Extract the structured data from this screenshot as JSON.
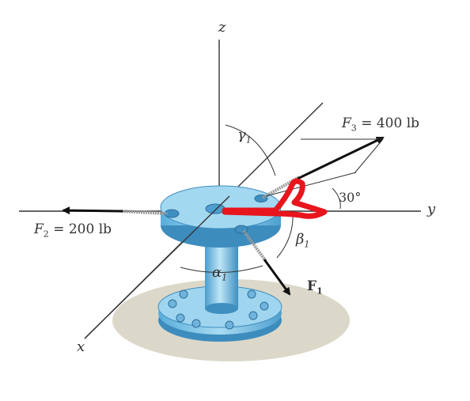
{
  "axes": {
    "x": "x",
    "y": "y",
    "z": "z"
  },
  "forces": {
    "f1": {
      "symbol": "F",
      "sub": "1"
    },
    "f2": {
      "label": "F",
      "sub": "2",
      "value": " = 200 lb"
    },
    "f3": {
      "label": "F",
      "sub": "3",
      "value": " = 400 lb"
    }
  },
  "angles": {
    "alpha": {
      "symbol": "α",
      "sub": "1"
    },
    "beta": {
      "symbol": "β",
      "sub": "1"
    },
    "gamma": {
      "symbol": "γ",
      "sub": "1"
    },
    "inclination": "30°"
  },
  "colors": {
    "axis": "#333333",
    "flange": "#7ec3e6",
    "flange_dark": "#4a9ccc",
    "shadow": "#dcd8c9",
    "annotation": "#e8151d",
    "arrow": "#111111"
  }
}
